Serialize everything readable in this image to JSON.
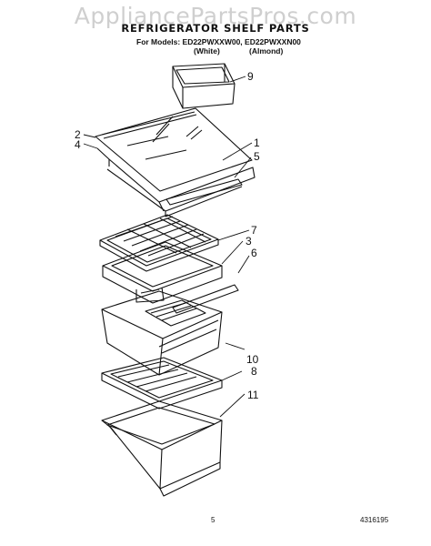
{
  "watermark": "AppliancePartsPros.com",
  "title": "REFRIGERATOR SHELF PARTS",
  "models_line": "For Models: ED22PWXXW00, ED22PWXXN00",
  "variants": [
    "(White)",
    "(Almond)"
  ],
  "callouts": [
    "9",
    "2",
    "4",
    "1",
    "5",
    "7",
    "3",
    "6",
    "10",
    "8",
    "11"
  ],
  "page_number": "5",
  "part_number": "4316195"
}
